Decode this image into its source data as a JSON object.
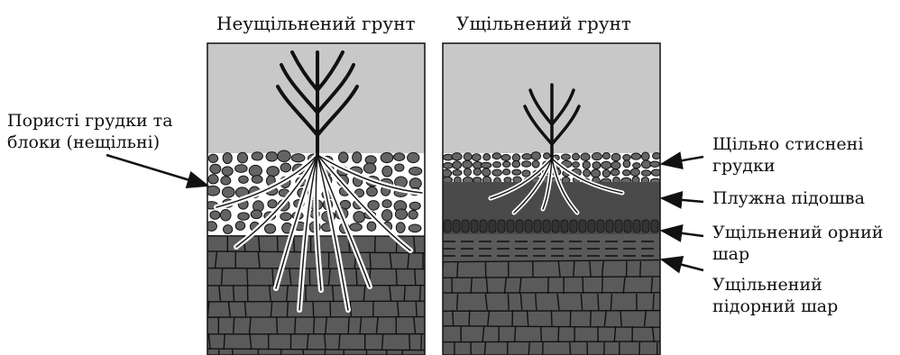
{
  "panels": {
    "left_title": "Неущільнений грунт",
    "right_title": "Ущільнений грунт"
  },
  "labels": {
    "porous_line1": "Пористі грудки та",
    "porous_line2": "блоки (нещільні)",
    "dense_line1": "Щільно стиснені",
    "dense_line2": "грудки",
    "plow_pan": "Плужна підошва",
    "compacted_arable_line1": "Ущільнений орний",
    "compacted_arable_line2": "шар",
    "compacted_subsoil_line1": "Ущільнений",
    "compacted_subsoil_line2": "підорний шар"
  },
  "colors": {
    "sky": "#c8c8c8",
    "clod": "#646464",
    "subsoil": "#5a5a5a",
    "plow_pan": "#4a4a4a",
    "root": "#ffffff",
    "outline": "#111111"
  }
}
